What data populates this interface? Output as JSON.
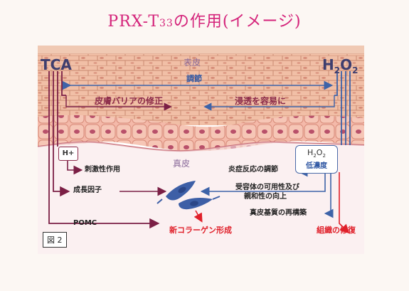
{
  "title": {
    "main": "PRX-T",
    "sub": "33",
    "rest": "の作用(イメージ)"
  },
  "labels": {
    "tca": "TCA",
    "h2o2_h": "H",
    "h2o2_2a": "2",
    "h2o2_o": "O",
    "h2o2_2b": "2",
    "epidermis": "表皮",
    "regulation": "調節",
    "barrier_repair": "皮膚バリアの修正",
    "easy_penetration": "浸透を容易に",
    "h_plus": "H+",
    "box_h2o2_h": "H",
    "box_h2o2_2a": "2",
    "box_h2o2_o": "O",
    "box_h2o2_2b": "2",
    "low_concentration": "低濃度",
    "stimulation": "刺激性作用",
    "dermis": "真皮",
    "inflammation_regulation": "炎症反応の調節",
    "growth_factor": "成長因子",
    "receptor_line1": "受容体の可用性及び",
    "receptor_line2": "親和性の向上",
    "pomc": "POMC",
    "dermal_matrix": "真皮基質の再構築",
    "new_collagen": "新コラーゲン形成",
    "tissue_repair": "組織の修復",
    "figure_tag": "図 2"
  },
  "colors": {
    "title": "#d4237a",
    "maroon_arrow": "#7b1f45",
    "blue_arrow": "#3d63a8",
    "red_arrow": "#e0202a"
  }
}
